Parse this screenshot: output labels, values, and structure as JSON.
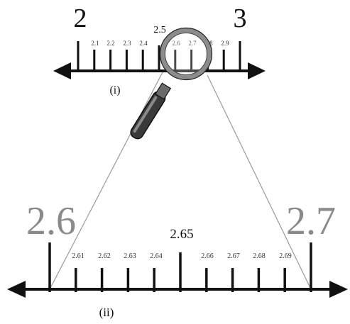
{
  "top_line": {
    "left_value": "2",
    "right_value": "3",
    "mid_label": "2.5",
    "tick_labels_left": [
      "2.1",
      "2.2",
      "2.3",
      "2.4"
    ],
    "tick_labels_right": [
      "2.6",
      "2.7",
      "2.8",
      "2.9"
    ],
    "caption": "(i)"
  },
  "bottom_line": {
    "left_value": "2.6",
    "right_value": "2.7",
    "mid_label": "2.65",
    "tick_labels_left": [
      "2.61",
      "2.62",
      "2.63",
      "2.64"
    ],
    "tick_labels_right": [
      "2.66",
      "2.67",
      "2.68",
      "2.69"
    ],
    "caption": "(ii)"
  },
  "colors": {
    "ink": "#111111",
    "big_label_gray": "#8a8a8a",
    "zoom_lines": "#9a9a9a",
    "lens_rim": "#8c8c8c",
    "handle": "#3a3a3a"
  },
  "icons": {
    "magnifier": "magnifying-glass-icon"
  }
}
